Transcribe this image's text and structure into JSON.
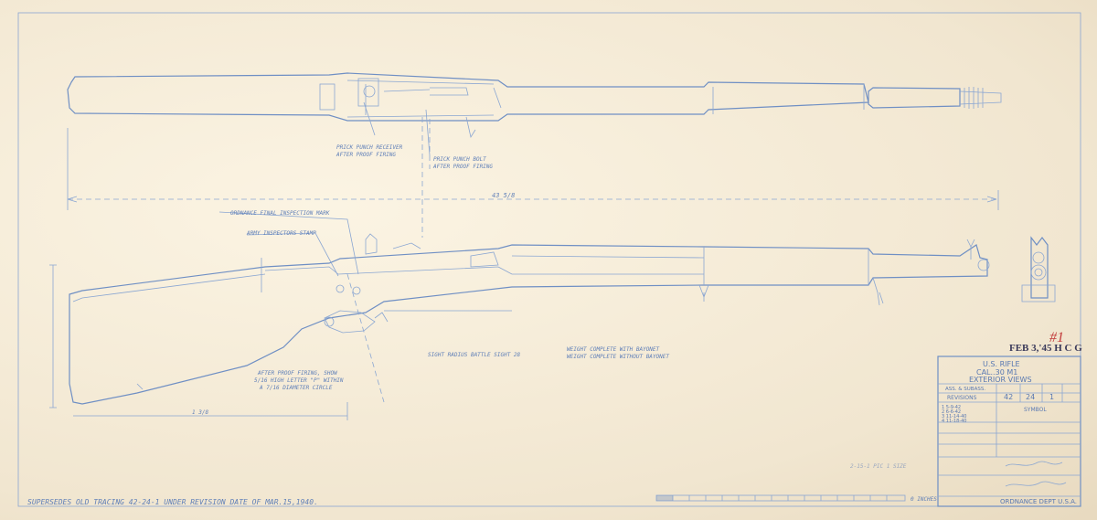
{
  "annotations": {
    "prick_receiver": [
      "PRICK PUNCH RECEIVER",
      "AFTER PROOF FIRING"
    ],
    "prick_bolt": [
      "PRICK PUNCH BOLT",
      "AFTER PROOF FIRING"
    ],
    "ordnance_mark": "ORDNANCE FINAL INSPECTION MARK",
    "army_stamp": "ARMY INSPECTORS STAMP",
    "proof_firing": [
      "AFTER PROOF FIRING, SHOW",
      "5/16 HIGH LETTER \"P\" WITHIN",
      "A 7/16 DIAMETER CIRCLE"
    ],
    "sight_radius": "SIGHT RADIUS BATTLE SIGHT 28",
    "weight": [
      "WEIGHT COMPLETE WITH BAYONET",
      "WEIGHT COMPLETE WITHOUT BAYONET"
    ],
    "dim_overall": "43 5/8",
    "dim_short": "1 3/8",
    "supersedes": "SUPERSEDES OLD TRACING 42-24-1 UNDER REVISION DATE OF MAR.15,1940.",
    "scale_label": "0 INCHES",
    "pencil_note": "2-15-1 PIC 1 SIZE"
  },
  "stamp": "FEB 3,'45 H C G",
  "red_mark": "#1",
  "title_block": {
    "title": [
      "U.S. RIFLE",
      "CAL..30 M1",
      "EXTERIOR VIEWS"
    ],
    "assembly_label": "ASS. & SUBASS.",
    "revisions_label": "REVISIONS",
    "class": "42",
    "drawing": "24",
    "sheet": "1",
    "symbol_label": "SYMBOL",
    "revision_entries": [
      "1 5-9-42",
      "2 6-6-42",
      "3 11-14-40",
      "4 11-18-40"
    ],
    "footer": "ORDNANCE DEPT U.S.A."
  },
  "colors": {
    "ink": "#6f8fc4",
    "paper": "#f6eedc",
    "stamp": "#3a3a5a",
    "mark": "#c23a3a"
  }
}
